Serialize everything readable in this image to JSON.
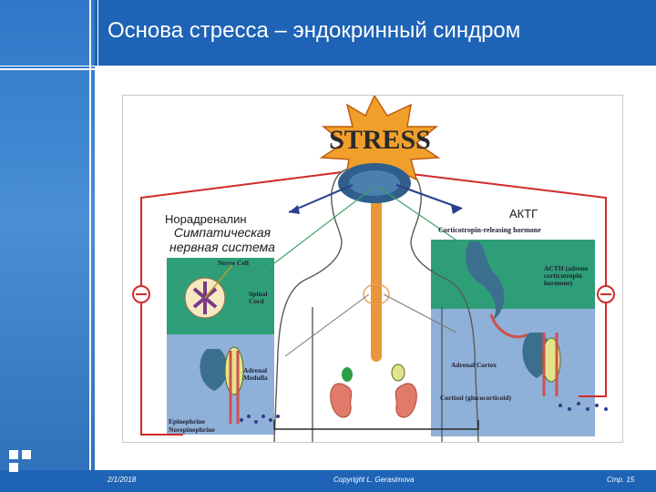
{
  "slide": {
    "title": "Основа стресса – эндокринный синдром",
    "date": "2/1/2018",
    "copyright": "Copyright L. Gerasimova",
    "page": "Стр. 15"
  },
  "diagram": {
    "stress_word": "STRESS",
    "labels_ru": {
      "noradrenaline": "Норадреналин",
      "acth_ru": "АКТГ",
      "sympathetic_line1": "Симпатическая",
      "sympathetic_line2": "нервная система"
    },
    "labels_en": {
      "crh": "Corticotropin-releasing hormone",
      "nerve_cell": "Nerve Cell",
      "spinal_cord": "Spinal Cord",
      "acth": "ACTH (adreno corticotropin hormone)",
      "adrenal_medulla": "Adrenal Medulla",
      "adrenal_cortex": "Adrenal Cortex",
      "cortisol": "Cortisol (glucocorticoid)",
      "epinephrine": "Epinephrine",
      "norepinephrine": "Norepinephrine"
    },
    "colors": {
      "green_panel": "#2e9e78",
      "blue_panel": "#8fb0d8",
      "red_path": "#d22a2a",
      "spine": "#e8963a",
      "gland": "#3b6f8e",
      "brain": "#2f5f8a"
    }
  }
}
